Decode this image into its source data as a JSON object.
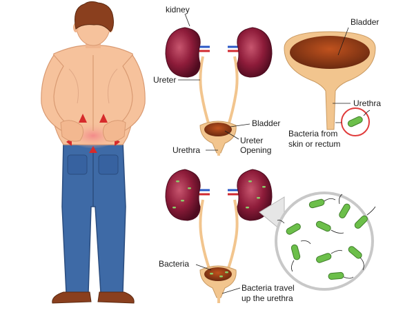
{
  "labels": {
    "kidney": "kidney",
    "ureter": "Ureter",
    "bladder_top": "Bladder",
    "ureter_opening_1": "Ureter",
    "ureter_opening_2": "Opening",
    "urethra_top": "Urethra",
    "bladder_big": "Bladder",
    "urethra_big": "Urethra",
    "bacteria_from_1": "Bacteria from",
    "bacteria_from_2": "skin or rectum",
    "bacteria": "Bacteria",
    "bacteria_travel_1": "Bacteria travel",
    "bacteria_travel_2": "up the urethra"
  },
  "colors": {
    "kidney": "#8e1c3a",
    "kidney_dark": "#5a0f24",
    "ureter": "#f2c58e",
    "bladder_fill": "#8a3a1a",
    "bacteria": "#6cbf4a",
    "skin": "#f6c29c",
    "jeans": "#3e6aa6",
    "hair": "#8a3f1e",
    "highlight_ring": "#e03b3b"
  }
}
